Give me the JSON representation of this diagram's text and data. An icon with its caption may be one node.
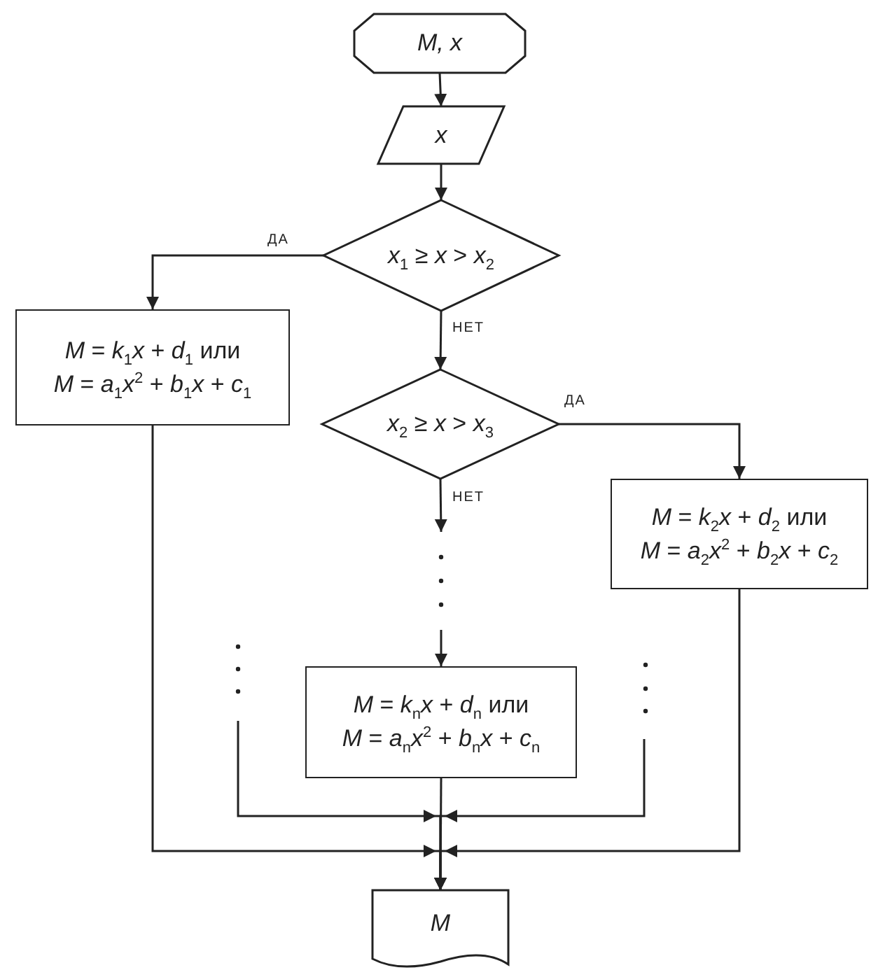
{
  "diagram": {
    "nodes": [
      {
        "text": [
          "M, x"
        ]
      },
      {
        "text": [
          "x"
        ]
      },
      {
        "text": [
          "*x*$_{1}$ ≥ *x* > *x*$_{2}$"
        ]
      },
      {
        "text": [
          "*M* = *k*$_{1}$*x* + *d*$_{1}$ или",
          "*M* = *a*$_{1}$*x*$^{2}$ + *b*$_{1}$*x* + *c*$_{1}$"
        ]
      },
      {
        "text": [
          "*x*$_{2}$ ≥ *x* > *x*$_{3}$"
        ]
      },
      {
        "text": [
          "*M* = *k*$_{2}$*x* + *d*$_{2}$ или",
          "*M* = *a*$_{2}$*x*$^{2}$ + *b*$_{2}$*x* + *c*$_{2}$"
        ]
      },
      {
        "text": [
          "*M* = *k*$_{n}$*x* + *d*$_{n}$ или",
          "*M* = *a*$_{n}$*x*$^{2}$ + *b*$_{n}$*x* + *c*$_{n}$"
        ]
      },
      {
        "text": [
          "M"
        ]
      }
    ],
    "edges": [
      {
        "from": 0,
        "to": 1,
        "arrow": "to"
      },
      {
        "from": 1,
        "to": 2,
        "arrow": "to"
      },
      {
        "from": 2,
        "to": 3,
        "arrow": "to",
        "label": "ДА"
      },
      {
        "from": 2,
        "to": 4,
        "arrow": "to",
        "label": "НЕТ"
      },
      {
        "from": 4,
        "to": 5,
        "arrow": "to",
        "label": "ДА"
      },
      {
        "from": 4,
        "to": null,
        "arrow": "to",
        "label": "НЕТ"
      },
      {
        "from": null,
        "to": 6,
        "arrow": "to"
      },
      {
        "from": 3,
        "to": 7,
        "arrow": "to"
      },
      {
        "from": 5,
        "to": 7,
        "arrow": "to"
      },
      {
        "from": 6,
        "to": 7,
        "arrow": "to"
      },
      {
        "from": null,
        "to": 7,
        "arrow": "to"
      },
      {
        "from": null,
        "to": 7,
        "arrow": "to"
      }
    ]
  }
}
